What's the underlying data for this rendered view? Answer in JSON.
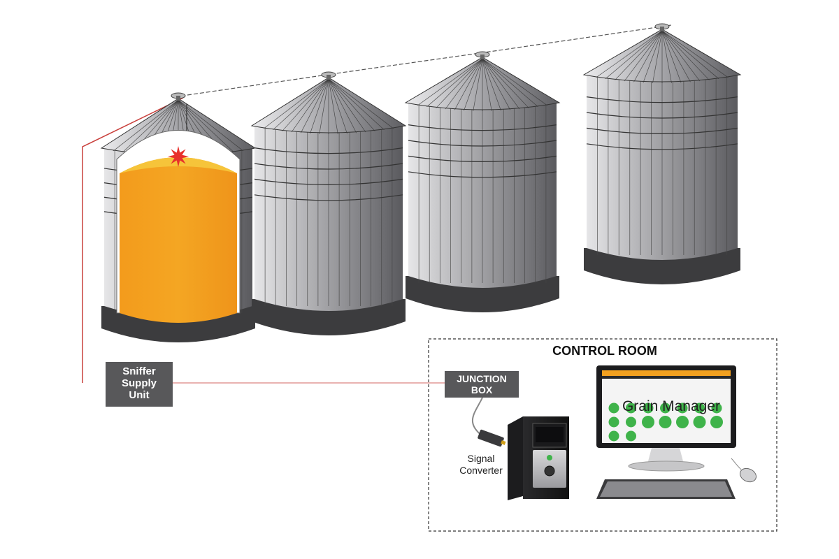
{
  "labels": {
    "sniffer_supply_unit": [
      "Sniffer",
      "Supply",
      "Unit"
    ],
    "junction_box": [
      "JUNCTION",
      "BOX"
    ],
    "control_room": "CONTROL ROOM",
    "signal_converter": [
      "Signal",
      "Converter"
    ],
    "screen_app": "Grain Manager"
  },
  "silos": [
    {
      "state": "filled-with-grain",
      "alert": true
    },
    {
      "state": "closed",
      "alert": false
    },
    {
      "state": "closed",
      "alert": false
    },
    {
      "state": "closed",
      "alert": false
    }
  ],
  "colors": {
    "grain": "#f3a11f",
    "grain_top": "#f6c43a",
    "alert": "#e8302b",
    "silo_body": "#a5a5a8",
    "silo_base": "#3c3c3e",
    "label_box": "#58585a",
    "supply_line": "#c9403c",
    "status_green": "#3fb34a",
    "screen_bar": "#f3a11f"
  },
  "screen": {
    "indicator_grid": {
      "rows": 3,
      "status": "green"
    }
  }
}
